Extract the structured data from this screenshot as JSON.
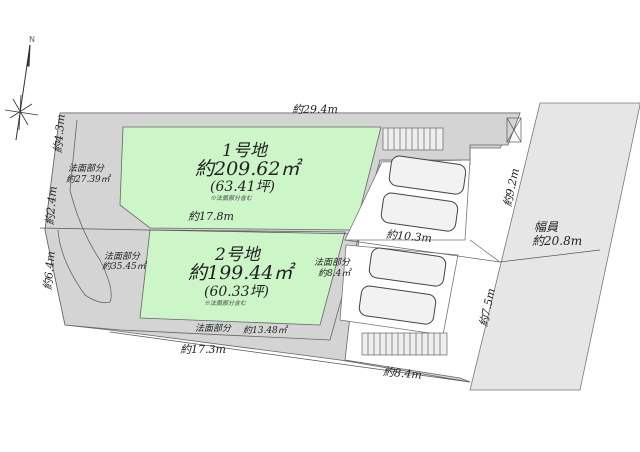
{
  "compass": {
    "north_label": "N"
  },
  "lots": [
    {
      "title": "1号地",
      "area": "約209.62㎡",
      "tsubo": "(63.41坪)",
      "note": "※法面部分含む",
      "fill": "#ccf5c8"
    },
    {
      "title": "2号地",
      "area": "約199.44㎡",
      "tsubo": "(60.33坪)",
      "note": "※法面部分含む",
      "fill": "#ccf5c8"
    }
  ],
  "slopes": [
    {
      "label": "法面部分",
      "area": "約27.39㎡"
    },
    {
      "label": "法面部分",
      "area": "約35.45㎡"
    },
    {
      "label": "法面部分",
      "area": "約8.4㎡"
    },
    {
      "label": "法面部分",
      "area": "約13.48㎡"
    }
  ],
  "dimensions": {
    "top": "約29.4m",
    "left_upper": "約4.3m",
    "left_middle": "約2.4m",
    "left_lower": "約6.4m",
    "divider": "約17.8m",
    "bottom": "約17.3m",
    "bottom_right": "約8.4m",
    "parking_width": "約10.3m",
    "frontage_upper": "約9.2m",
    "frontage_lower": "約7.5m"
  },
  "road": {
    "label": "幅員",
    "width": "約20.8m"
  },
  "colors": {
    "lot": "#ccf5c8",
    "slope": "#d4d4d4",
    "road": "#e6e6e6",
    "line": "#555555"
  }
}
